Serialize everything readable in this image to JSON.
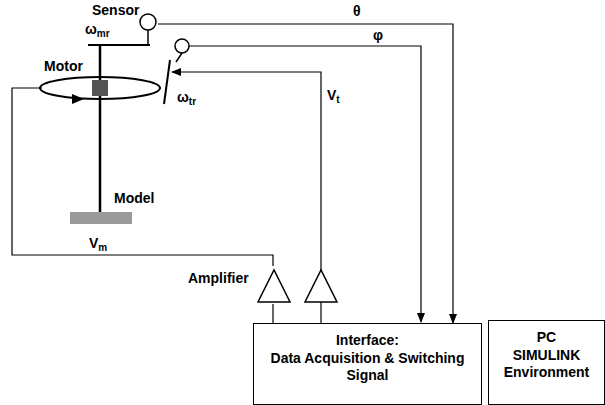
{
  "diagram": {
    "nodes": [
      {
        "text": [
          "Interface:",
          "Data Acquisition & Switching Signal"
        ]
      },
      {
        "text": [
          "PC SIMULINK Environment"
        ]
      },
      {
        "text": [
          "Amplifier"
        ]
      },
      {
        "text": [
          "Motor"
        ]
      },
      {
        "text": [
          "Model"
        ]
      },
      {
        "text": [
          "Sensor"
        ]
      }
    ],
    "edges": [
      {
        "from": 2,
        "to": 3,
        "label": "Vm",
        "arrow": "none"
      },
      {
        "from": 5,
        "to": 0,
        "label": "θ",
        "arrow": "to"
      },
      {
        "from": 0,
        "to": 2,
        "arrow": "none"
      }
    ],
    "labels": [
      "ωmr",
      "ωtr",
      "φ",
      "Vt"
    ]
  }
}
